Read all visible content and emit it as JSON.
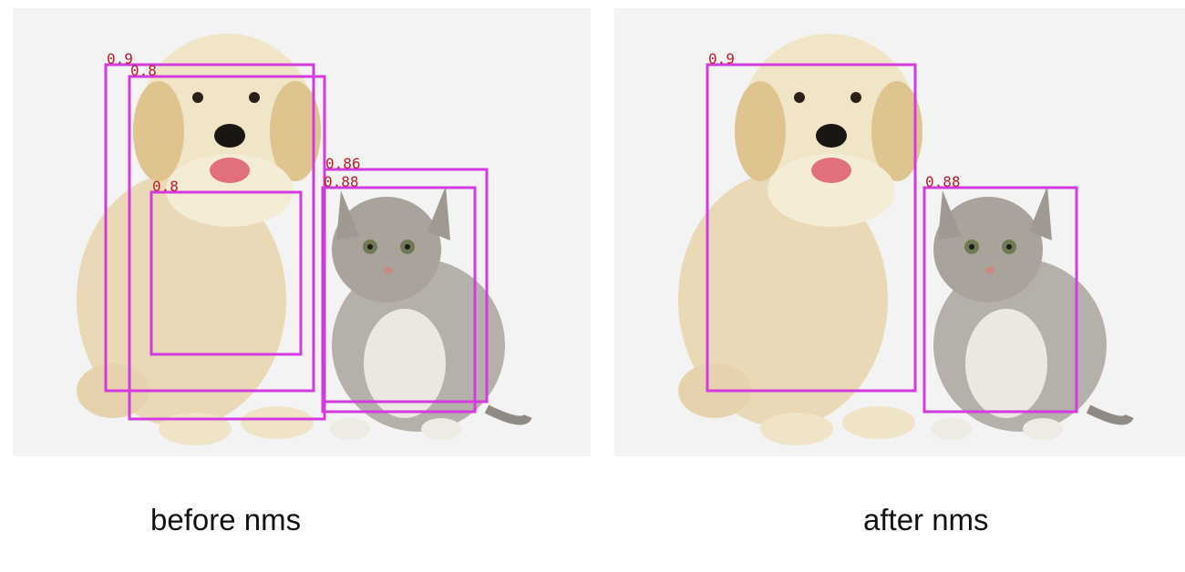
{
  "colors": {
    "box": "#d33ae0",
    "score_text": "#c0202a",
    "background": "#f3f3f4"
  },
  "panels": [
    {
      "id": "before",
      "caption": "before nms",
      "boxes": [
        {
          "label_id": "dog-a",
          "score": "0.9"
        },
        {
          "label_id": "dog-b",
          "score": "0.8"
        },
        {
          "label_id": "dog-c",
          "score": "0.8"
        },
        {
          "label_id": "cat-a",
          "score": "0.86"
        },
        {
          "label_id": "cat-b",
          "score": "0.88"
        }
      ]
    },
    {
      "id": "after",
      "caption": "after nms",
      "boxes": [
        {
          "label_id": "dog-a",
          "score": "0.9"
        },
        {
          "label_id": "cat-b",
          "score": "0.88"
        }
      ]
    }
  ]
}
